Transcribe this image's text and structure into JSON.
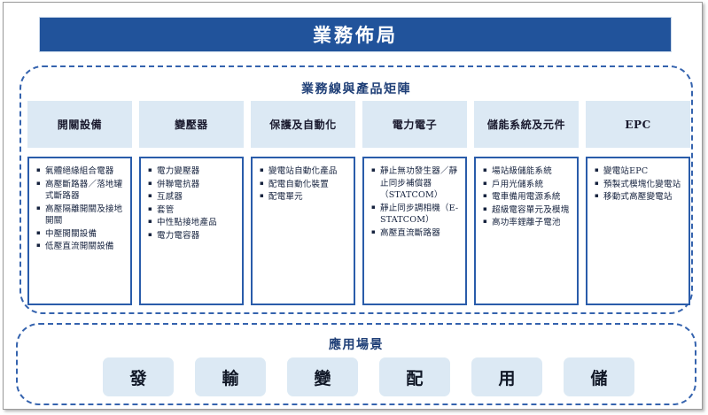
{
  "slide": {
    "title": "業務佈局",
    "colors": {
      "title_bar": "#21539B",
      "heading_text": "#1F3F77",
      "dashed_border": "#3563AE",
      "card_border": "#2A5CAA",
      "chip_fill": "#DCE9F4",
      "header_fill": "#DCE9F4"
    }
  },
  "matrix": {
    "heading": "業務線與產品矩陣",
    "columns": [
      {
        "header": "開關設備",
        "items": [
          "氣體絕緣組合電器",
          "高壓斷路器／落地罐式斷路器",
          "高壓隔離開關及接地開關",
          "中壓開關設備",
          "低壓直流開關設備"
        ]
      },
      {
        "header": "變壓器",
        "items": [
          "電力變壓器",
          "併聯電抗器",
          "互感器",
          "套管",
          "中性點接地產品",
          "電力電容器"
        ]
      },
      {
        "header": "保護及自動化",
        "items": [
          "變電站自動化產品",
          "配電自動化裝置",
          "配電單元"
        ]
      },
      {
        "header": "電力電子",
        "items": [
          "靜止無功發生器／靜止同步補償器（STATCOM）",
          "靜止同步調相機（E-STATCOM）",
          "高壓直流斷路器"
        ]
      },
      {
        "header": "儲能系統及元件",
        "items": [
          "場站級儲能系統",
          "戶用光儲系統",
          "電車備用電源系統",
          "超級電容單元及模塊",
          "高功率鋰離子電池"
        ]
      },
      {
        "header": "EPC",
        "items": [
          "變電站EPC",
          "預製式模塊化變電站",
          "移動式高壓變電站"
        ]
      }
    ]
  },
  "scenario": {
    "heading": "應用場景",
    "chips": [
      "發",
      "輸",
      "變",
      "配",
      "用",
      "儲"
    ]
  }
}
